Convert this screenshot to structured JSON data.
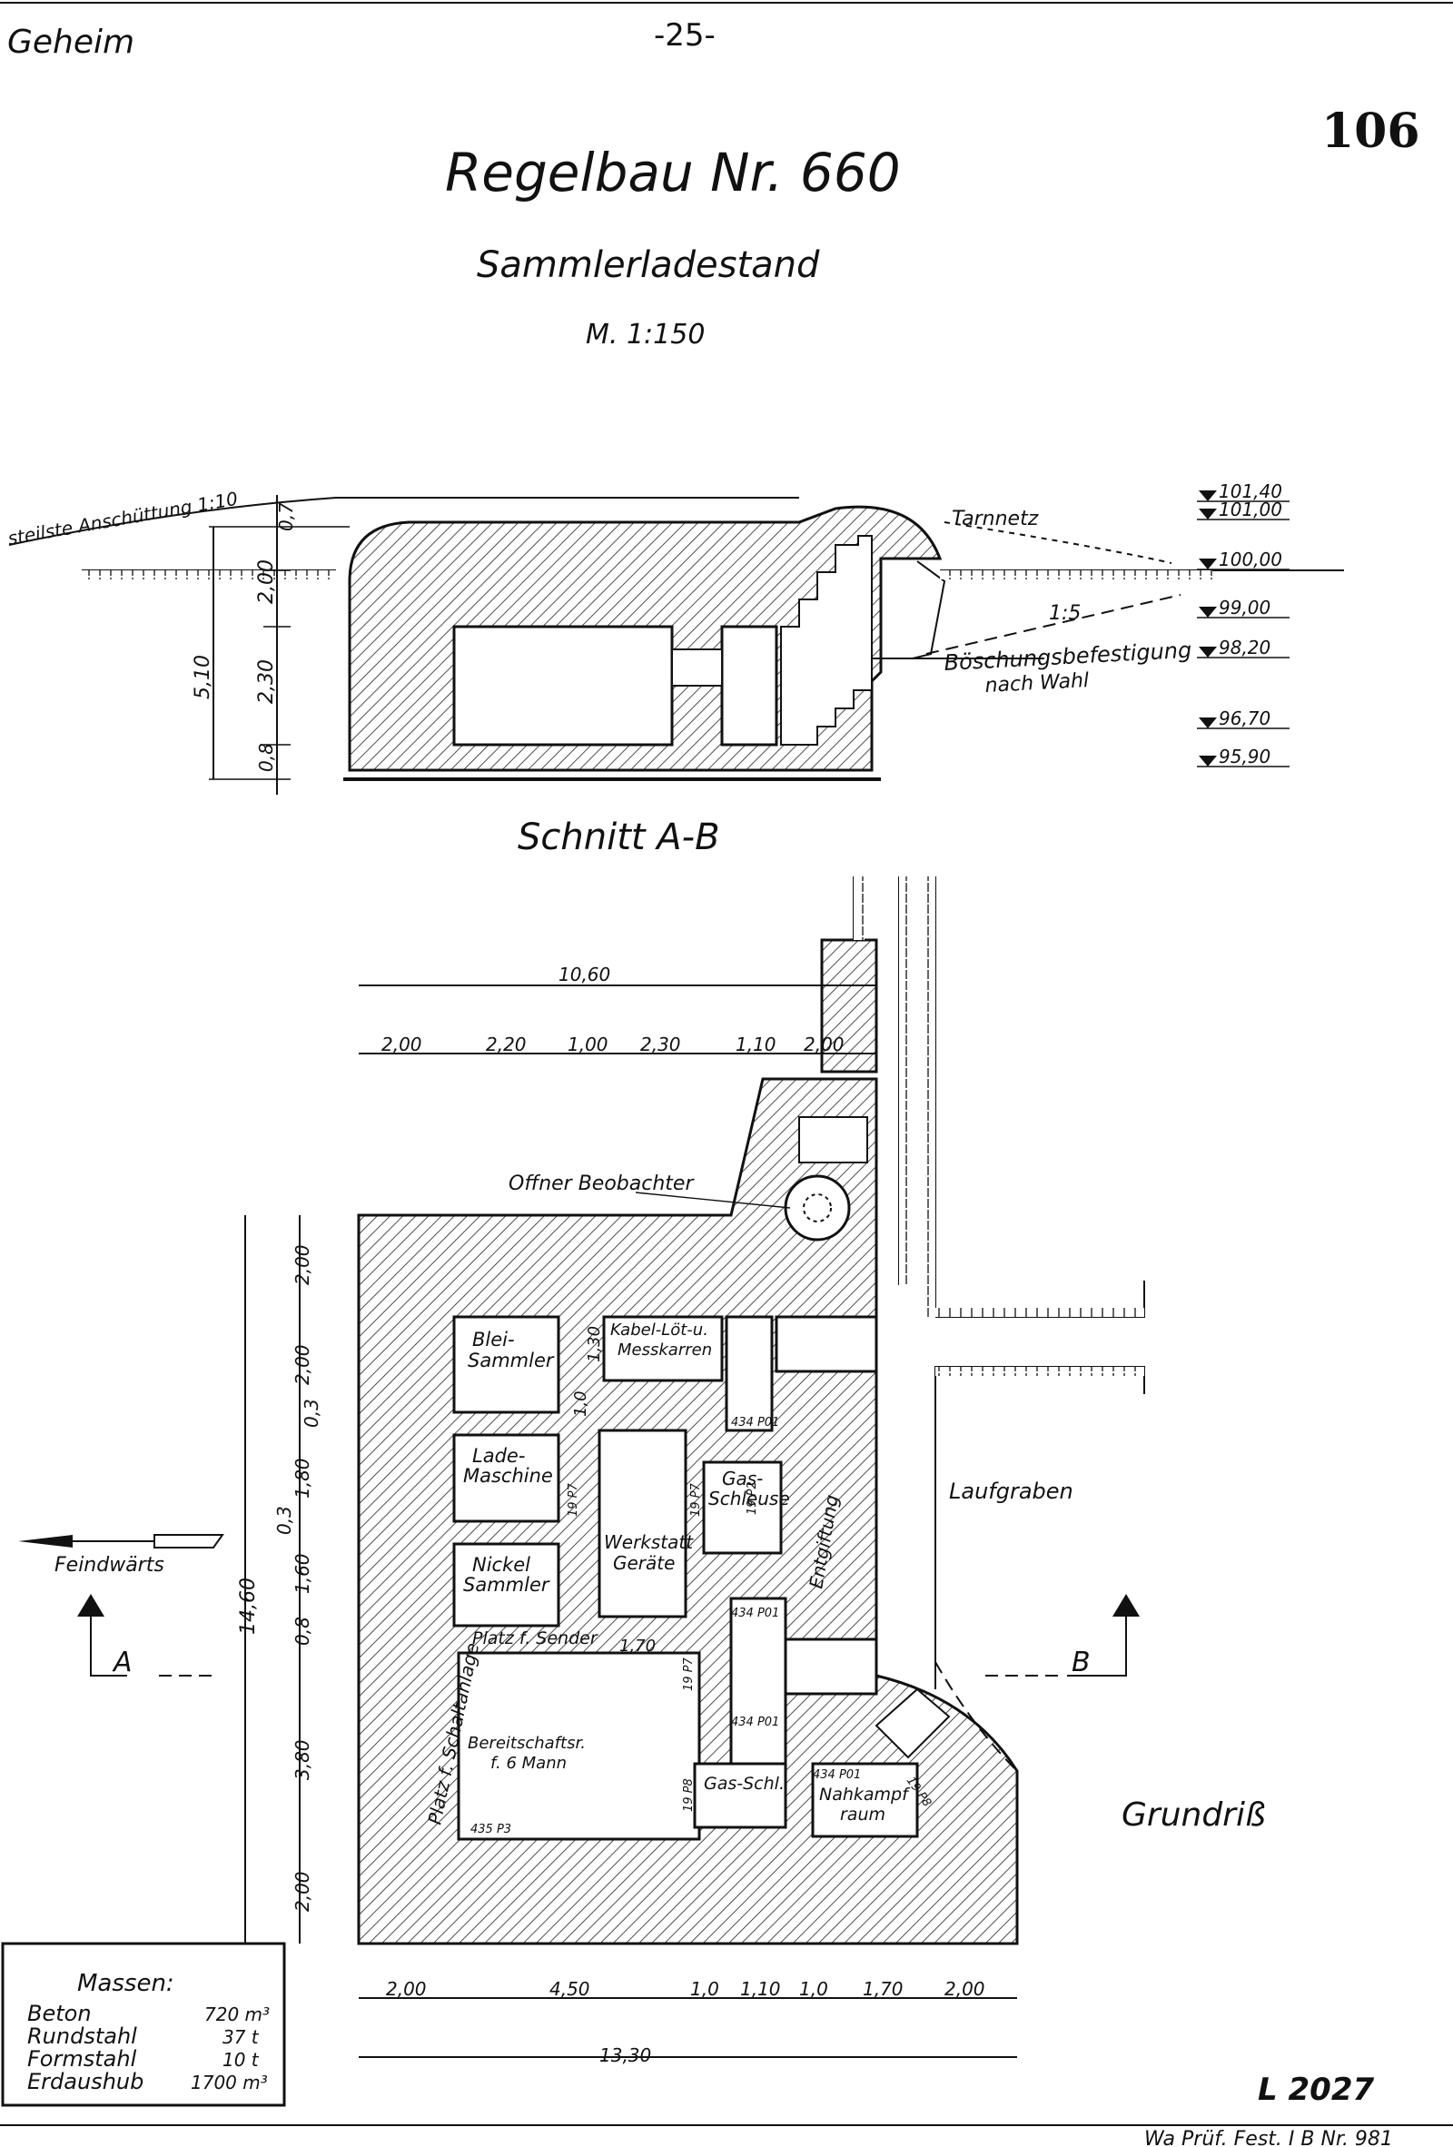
{
  "header": {
    "classification": "Geheim",
    "page_number": "-25-",
    "sheet_number": "106"
  },
  "title": {
    "main": "Regelbau Nr. 660",
    "subtitle": "Sammlerladestand",
    "scale": "M. 1:150"
  },
  "section": {
    "caption": "Schnitt A-B",
    "slope_label": "steilste Anschüttung 1:10",
    "camouflage_label": "Tarnnetz",
    "slope_ratio": "1:5",
    "embankment_label_1": "Böschungsbefestigung",
    "embankment_label_2": "nach Wahl",
    "heights": [
      "0,7",
      "2,00",
      "2,30",
      "0,8"
    ],
    "total_height": "5,10",
    "levels": [
      "101,40",
      "101,00",
      "100,00",
      "99,00",
      "98,20",
      "96,70",
      "95,90"
    ]
  },
  "plan": {
    "caption": "Grundriß",
    "top_total": "10,60",
    "top_dims": [
      "2,00",
      "2,20",
      "1,00",
      "2,30",
      "1,10",
      "2,00"
    ],
    "bottom_dims": [
      "2,00",
      "4,50",
      "1,0",
      "1,10",
      "1,0",
      "1,70",
      "2,00"
    ],
    "bottom_total": "13,30",
    "left_total": "14,60",
    "left_dims": [
      "2,00",
      "2,00",
      "0,3",
      "1,80",
      "0,3",
      "1,60",
      "0,8",
      "3,80",
      "2,00"
    ],
    "inner_dims": [
      "1,30",
      "1,0",
      "1,70"
    ],
    "rooms": {
      "blei_1": "Blei-",
      "blei_2": "Sammler",
      "kabel_1": "Kabel-Löt-u.",
      "kabel_2": "Messkarren",
      "lade_1": "Lade-",
      "lade_2": "Maschine",
      "nickel_1": "Nickel",
      "nickel_2": "Sammler",
      "werkstatt_1": "Werkstatt",
      "werkstatt_2": "Geräte",
      "gas_1": "Gas-",
      "gas_2": "Schleuse",
      "entgiftung": "Entgiftung",
      "bereit_1": "Bereitschaftsr.",
      "bereit_2": "f. 6 Mann",
      "sender": "Platz f. Sender",
      "schalt": "Platz f. Schaltanlage",
      "gas_schl": "Gas-Schl.",
      "nahkampf_1": "Nahkampf",
      "nahkampf_2": "raum"
    },
    "door_codes": [
      "434 P01",
      "434 P01",
      "434 P01",
      "434 P01",
      "19 P7",
      "19 P7",
      "19 P7",
      "19 P8",
      "19 P2",
      "435 P3",
      "19 P8"
    ],
    "observer_label": "Offner Beobachter",
    "trench_label": "Laufgraben",
    "enemy_label": "Feindwärts",
    "section_marker_a": "A",
    "section_marker_b": "B"
  },
  "quantities": {
    "title": "Massen:",
    "rows": [
      {
        "label": "Beton",
        "value": "720 m³"
      },
      {
        "label": "Rundstahl",
        "value": "37 t"
      },
      {
        "label": "Formstahl",
        "value": "10 t"
      },
      {
        "label": "Erdaushub",
        "value": "1700 m³"
      }
    ]
  },
  "footer": {
    "drawing_code": "L 2027",
    "approval": "Wa Prüf. Fest. I B Nr. 981"
  }
}
